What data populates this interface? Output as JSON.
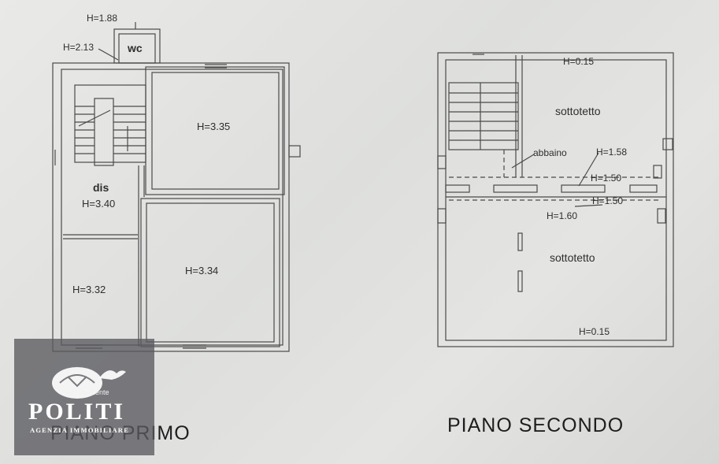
{
  "floor_plans": {
    "first_floor": {
      "title": "PIANO PRIMO",
      "labels": {
        "wc_height": "H=1.88",
        "stair_height": "H=2.13",
        "wc": "wc",
        "room_top": "H=3.35",
        "dis": "dis",
        "dis_height": "H=3.40",
        "room_bottom_right": "H=3.34",
        "room_bottom_left": "H=3.32"
      }
    },
    "second_floor": {
      "title": "PIANO SECONDO",
      "labels": {
        "top_height": "H=0.15",
        "sottotetto_top": "sottotetto",
        "abbaino": "abbaino",
        "h158": "H=1.58",
        "h150a": "H=1.50",
        "h150b": "H=1.50",
        "h160": "H=1.60",
        "sottotetto_bottom": "sottotetto",
        "bottom_height": "H=0.15"
      }
    }
  },
  "watermark": {
    "tagline": "Festina Lente",
    "brand": "POLITI",
    "subtitle": "AGENZIA IMMOBILIARE"
  }
}
